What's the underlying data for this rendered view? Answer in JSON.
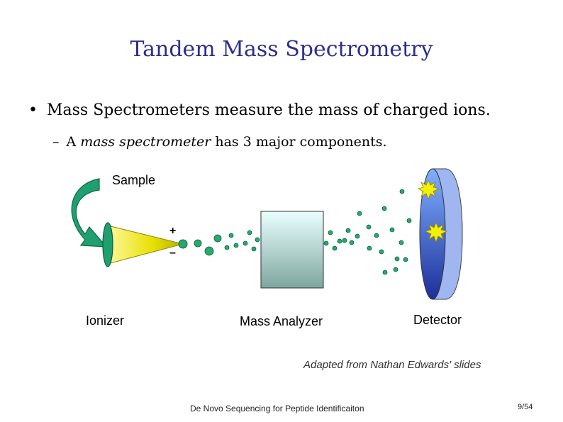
{
  "slide": {
    "title": "Tandem Mass Spectrometry",
    "bullet": "Mass Spectrometers measure the mass of charged ions.",
    "sub_prefix": "A ",
    "sub_italic": "mass spectrometer",
    "sub_suffix": " has 3 major components.",
    "bullet_symbol": "•",
    "sub_symbol": "–"
  },
  "diagram": {
    "sample_label": "Sample",
    "ionizer_label": "Ionizer",
    "analyzer_label": "Mass Analyzer",
    "detector_label": "Detector",
    "plus_sign": "+",
    "minus_sign": "–",
    "colors": {
      "arrow": "#1f9c6a",
      "cone": "#e8e000",
      "ion": "#22aa66",
      "analyzer_top": "#e8ffff",
      "analyzer_bottom": "#7fa8a0",
      "detector_blue": "#3050d0",
      "starburst": "#f2f200"
    }
  },
  "credit": "Adapted from Nathan Edwards' slides",
  "footer": "De Novo Sequencing for Peptide Identificaiton",
  "page_number": "9/54"
}
